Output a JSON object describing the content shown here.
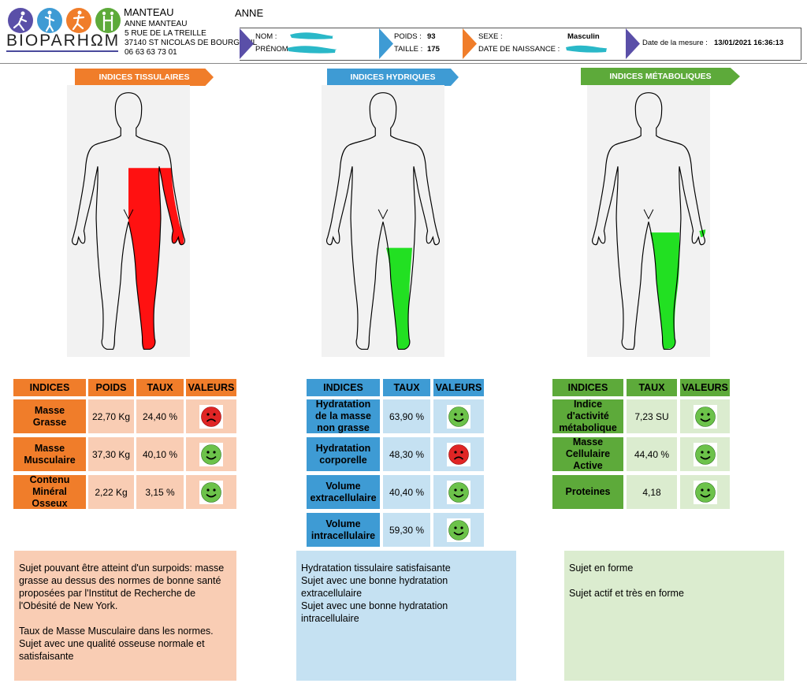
{
  "header": {
    "brand": "BIOPARHΩM",
    "client": {
      "name": "MANTEAU",
      "lines": [
        "ANNE MANTEAU",
        "5 RUE DE LA TREILLE",
        "37140 ST NICOLAS DE BOURGUEIL",
        "06 63 63 73 01"
      ]
    },
    "first_name": "ANNE",
    "patient": {
      "nom_label": "NOM :",
      "nom_value": "",
      "prenom_label": "PRÉNOM :",
      "prenom_value": "",
      "poids_label": "POIDS :",
      "poids_value": "93",
      "taille_label": "TAILLE :",
      "taille_value": "175",
      "sexe_label": "SEXE :",
      "sexe_value": "Masculin",
      "naissance_label": "DATE DE NAISSANCE :",
      "naissance_value": "",
      "date_label": "Date de la mesure :",
      "date_value": "13/01/2021 16:36:13"
    },
    "colors": {
      "arrow_purple": "#5a4fa8",
      "arrow_blue": "#3e9bd4",
      "arrow_orange": "#f07d2a"
    }
  },
  "sections": {
    "tissulaires": {
      "title": "INDICES TISSULAIRES",
      "color": "#f07d2a",
      "headers": [
        "INDICES",
        "POIDS",
        "TAUX",
        "VALEURS"
      ],
      "rows": [
        {
          "label": "Masse Grasse",
          "poids": "22,70 Kg",
          "taux": "24,40 %",
          "status": "sad"
        },
        {
          "label": "Masse Musculaire",
          "poids": "37,30 Kg",
          "taux": "40,10 %",
          "status": "happy"
        },
        {
          "label": "Contenu Minéral Osseux",
          "poids": "2,22 Kg",
          "taux": "3,15 %",
          "status": "happy"
        }
      ],
      "comment": [
        "Sujet pouvant être atteint d'un surpoids:  masse grasse au dessus des normes de bonne santé proposées par l'Institut de Recherche de l'Obésité de New York.",
        "Taux de Masse Musculaire dans les normes.",
        "Sujet avec une qualité osseuse normale et satisfaisante"
      ]
    },
    "hydriques": {
      "title": "INDICES HYDRIQUES",
      "color": "#3e9bd4",
      "headers": [
        "INDICES",
        "TAUX",
        "VALEURS"
      ],
      "rows": [
        {
          "label": "Hydratation de la masse non grasse",
          "taux": "63,90 %",
          "status": "happy"
        },
        {
          "label": "Hydratation corporelle",
          "taux": "48,30 %",
          "status": "sad"
        },
        {
          "label": "Volume extracellulaire",
          "taux": "40,40 %",
          "status": "happy"
        },
        {
          "label": "Volume intracellulaire",
          "taux": "59,30 %",
          "status": "happy"
        }
      ],
      "comment": [
        "Hydratation tissulaire satisfaisante",
        "Sujet avec une bonne hydratation extracellulaire",
        "Sujet avec une bonne hydratation intracellulaire"
      ]
    },
    "metaboliques": {
      "title": "INDICES MÉTABOLIQUES",
      "color": "#5daa3a",
      "headers": [
        "INDICES",
        "TAUX",
        "VALEURS"
      ],
      "rows": [
        {
          "label": "Indice d'activité métabolique",
          "taux": "7,23 SU",
          "status": "happy"
        },
        {
          "label": "Masse Cellulaire Active",
          "taux": "44,40 %",
          "status": "happy"
        },
        {
          "label": "Proteines",
          "taux": "4,18",
          "status": "happy"
        }
      ],
      "comment": [
        "Sujet en forme",
        "Sujet actif et très en forme"
      ]
    }
  }
}
